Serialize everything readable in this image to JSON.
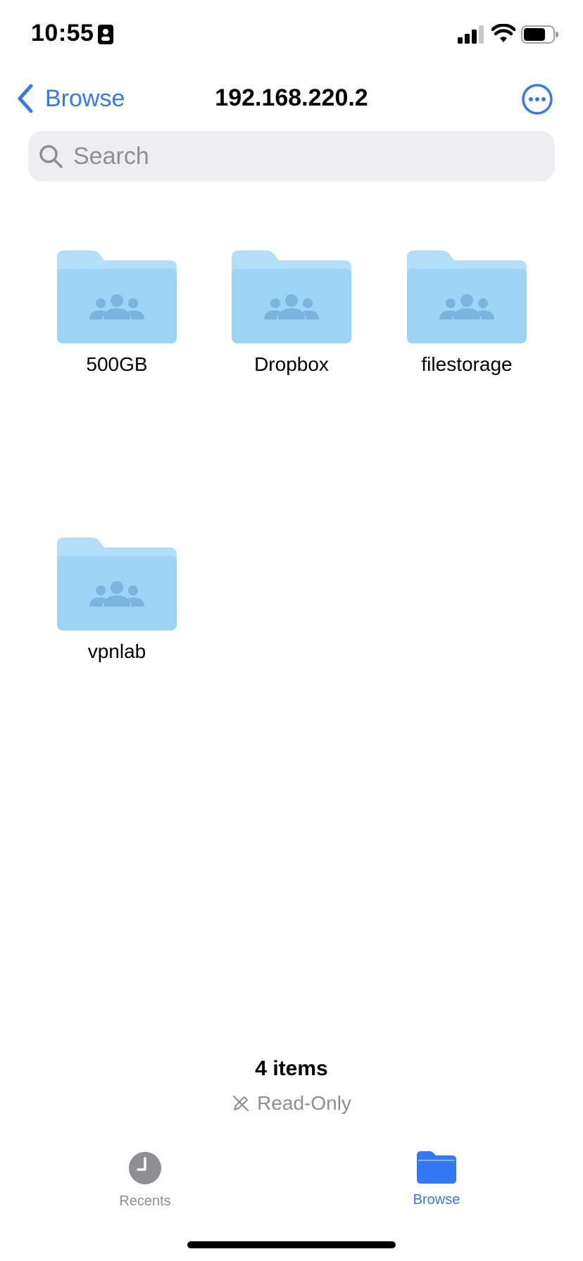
{
  "status_bar": {
    "time": "10:55"
  },
  "nav": {
    "back_label": "Browse",
    "title": "192.168.220.2"
  },
  "search": {
    "placeholder": "Search",
    "value": ""
  },
  "folders": [
    {
      "label": "500GB"
    },
    {
      "label": "Dropbox"
    },
    {
      "label": "filestorage"
    },
    {
      "label": "vpnlab"
    }
  ],
  "footer": {
    "item_count": "4 items",
    "status": "Read-Only"
  },
  "tabs": [
    {
      "label": "Recents",
      "icon": "clock-icon",
      "active": false
    },
    {
      "label": "Browse",
      "icon": "folder-icon",
      "active": true
    }
  ],
  "colors": {
    "accent": "#3478f6",
    "folder": "#9dd3f5",
    "folder_tab": "#b2def8",
    "folder_glyph": "#7bb5df",
    "secondary_text": "#8e8e93"
  }
}
